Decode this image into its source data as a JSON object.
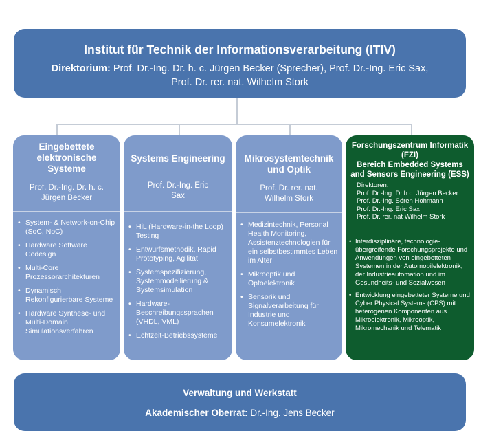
{
  "header": {
    "title": "Institut für Technik der Informationsverarbeitung (ITIV)",
    "directorate_label": "Direktorium:",
    "directorate_line1": "Prof. Dr.-Ing. Dr. h. c. Jürgen Becker (Sprecher), Prof. Dr.-Ing. Eric Sax,",
    "directorate_line2": "Prof. Dr. rer. nat. Wilhelm Stork"
  },
  "columns": [
    {
      "title": "Eingebettete elektronische Systeme",
      "person": "Prof. Dr.-Ing. Dr. h. c. Jürgen Becker",
      "items": [
        "System- & Network-on-Chip (SoC, NoC)",
        "Hardware Software Codesign",
        "Multi-Core Prozessorarchitekturen",
        "Dynamisch Rekonfigurierbare Systeme",
        "Hardware Synthese- und Multi-Domain Simulationsverfahren"
      ]
    },
    {
      "title": "Systems Engineering",
      "person": "Prof. Dr.-Ing. Eric Sax",
      "items": [
        "HiL (Hardware-in-the Loop) Testing",
        "Entwurfsmethodik, Rapid Prototyping, Agilität",
        "Systemspezifizierung, Systemmodellierung & Systemsimulation",
        "Hardware-Beschreibungssprachen (VHDL, VML)",
        "Echtzeit-Betriebssysteme"
      ]
    },
    {
      "title": "Mikrosystemtechnik und Optik",
      "person": "Prof. Dr. rer. nat. Wilhelm Stork",
      "items": [
        "Medizintechnik, Personal Health Monitoring, Assistenztechnologien für ein selbstbestimmtes Leben im Alter",
        "Mikrooptik und Optoelektronik",
        "Sensorik und Signalverarbeitung für Industrie und Konsumelektronik"
      ]
    }
  ],
  "fzi": {
    "title_line1": "Forschungszentrum Informatik",
    "title_line2": "(FZI)",
    "title_line3": "Bereich Embedded Systems",
    "title_line4": "and Sensors Engineering (ESS)",
    "directors_label": "Direktoren:",
    "directors": [
      "Prof. Dr.-Ing. Dr.h.c. Jürgen Becker",
      "Prof. Dr.-Ing. Sören Hohmann",
      "Prof. Dr.-Ing. Eric Sax",
      "Prof. Dr. rer. nat Wilhelm Stork"
    ],
    "items": [
      "Interdisziplinäre, technologie-übergreifende Forschungsprojekte und Anwendungen von eingebetteten Systemen in der Automobilelektronik, der Industrieautomation und im Gesundheits- und Sozialwesen",
      "Entwicklung eingebetteter Systeme und Cyber Physical Systems (CPS) mit heterogenen Komponenten aus Mikroelektronik, Mikrooptik, Mikromechanik und Telematik"
    ]
  },
  "footer": {
    "title": "Verwaltung und Werkstatt",
    "admin_label": "Akademischer Oberrat:",
    "admin_name": "Dr.-Ing. Jens Becker"
  },
  "colors": {
    "header_blue": "#4a74ad",
    "column_blue": "#7f9bcb",
    "fzi_green": "#0e5c2e",
    "connector_gray": "#c5ccd6"
  }
}
